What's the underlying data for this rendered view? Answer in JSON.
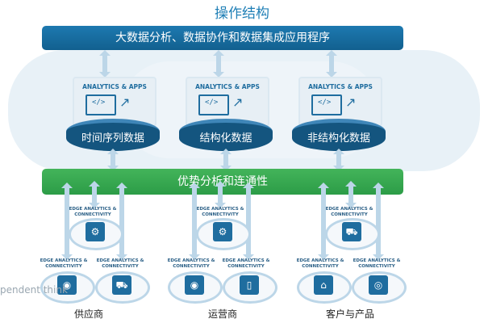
{
  "title": "操作结构",
  "top_band": "大数据分析、数据协作和数据集成应用程序",
  "middle_band": "优势分析和连通性",
  "modules": [
    {
      "top_label": "ANALYTICS & APPS",
      "db_label": "时间序列数据"
    },
    {
      "top_label": "ANALYTICS & APPS",
      "db_label": "结构化数据"
    },
    {
      "top_label": "ANALYTICS & APPS",
      "db_label": "非结构化数据"
    }
  ],
  "edge_label": "EDGE ANALYTICS & CONNECTIVITY",
  "categories": [
    "供应商",
    "运营商",
    "客户与产品"
  ],
  "watermark": "pendent think"
}
